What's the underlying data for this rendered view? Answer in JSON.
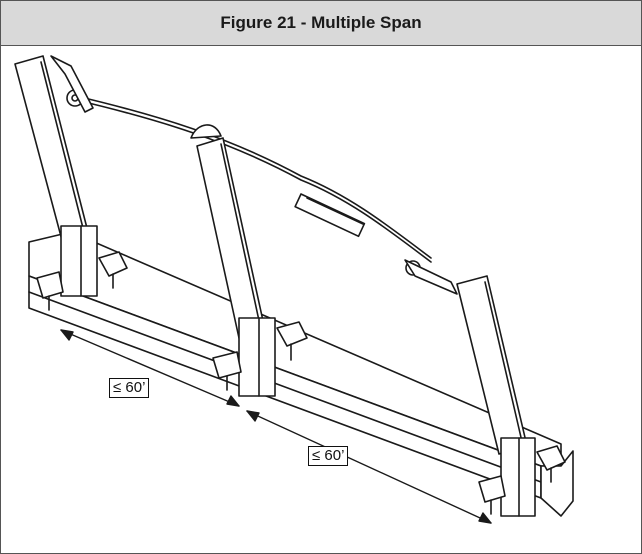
{
  "figure": {
    "title": "Figure 21 - Multiple Span"
  },
  "dimensions": {
    "span_1": "≤ 60’",
    "span_2": "≤ 60’"
  },
  "colors": {
    "header_bg": "#d9d9d9",
    "line": "#1a1a1a",
    "border": "#555555"
  }
}
